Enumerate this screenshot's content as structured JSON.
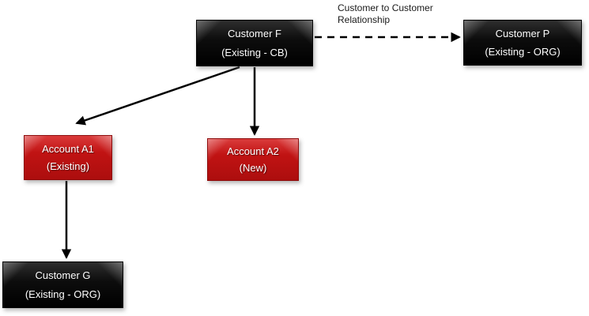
{
  "diagram": {
    "nodes": {
      "customer_f": {
        "title": "Customer F",
        "subtitle": "(Existing - CB)"
      },
      "customer_p": {
        "title": "Customer P",
        "subtitle": "(Existing - ORG)"
      },
      "account_a1": {
        "title": "Account A1",
        "subtitle": "(Existing)"
      },
      "account_a2": {
        "title": "Account A2",
        "subtitle": "(New)"
      },
      "customer_g": {
        "title": "Customer G",
        "subtitle": "(Existing - ORG)"
      }
    },
    "edge_label": "Customer to Customer Relationship",
    "colors": {
      "canvas_bg": "#ffffff",
      "customer_node": "#0a0a0a",
      "account_node": "#c01313",
      "node_text": "#ffffff",
      "connector": "#000000",
      "label_text": "#1a1a1a"
    }
  }
}
